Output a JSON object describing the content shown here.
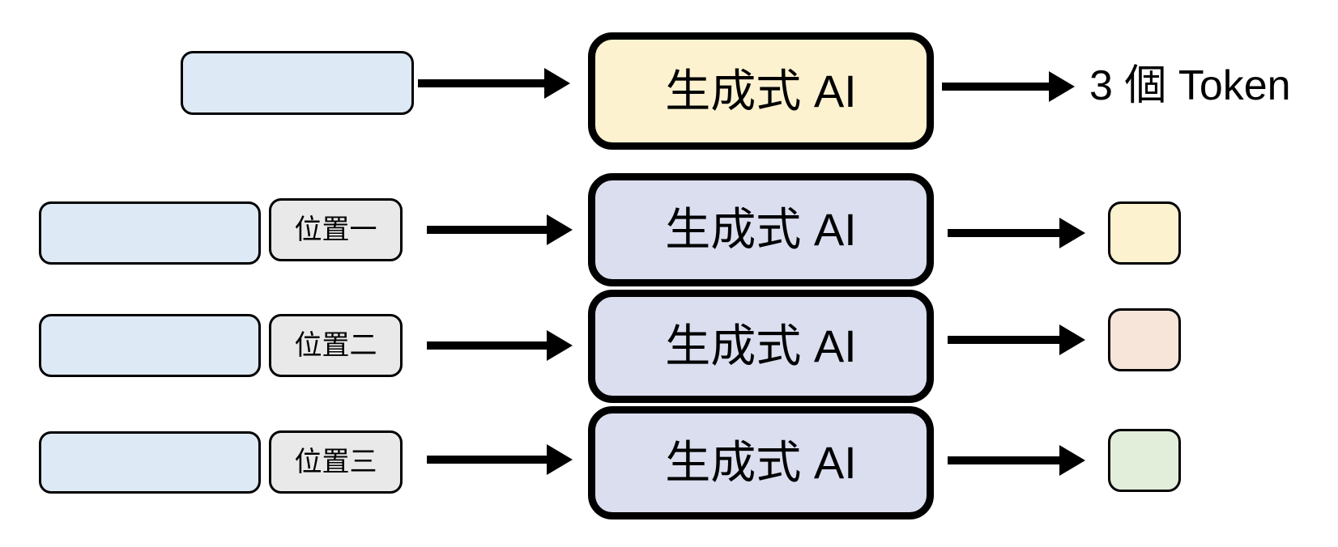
{
  "diagram": {
    "model_label": "生成式 AI",
    "output_label": "3 個 Token",
    "position_labels": [
      "位置一",
      "位置二",
      "位置三"
    ]
  },
  "colors": {
    "background": "#ffffff",
    "outline": "#000000",
    "arrow": "#000000",
    "input_box": "#dde9f5",
    "position_box": "#e9e9e9",
    "model_box_top": "#fcf2d0",
    "model_box_parallel": "#dadeef",
    "token_box_1": "#fcf2cf",
    "token_box_2": "#f6e5d8",
    "token_box_3": "#e2eeda"
  }
}
